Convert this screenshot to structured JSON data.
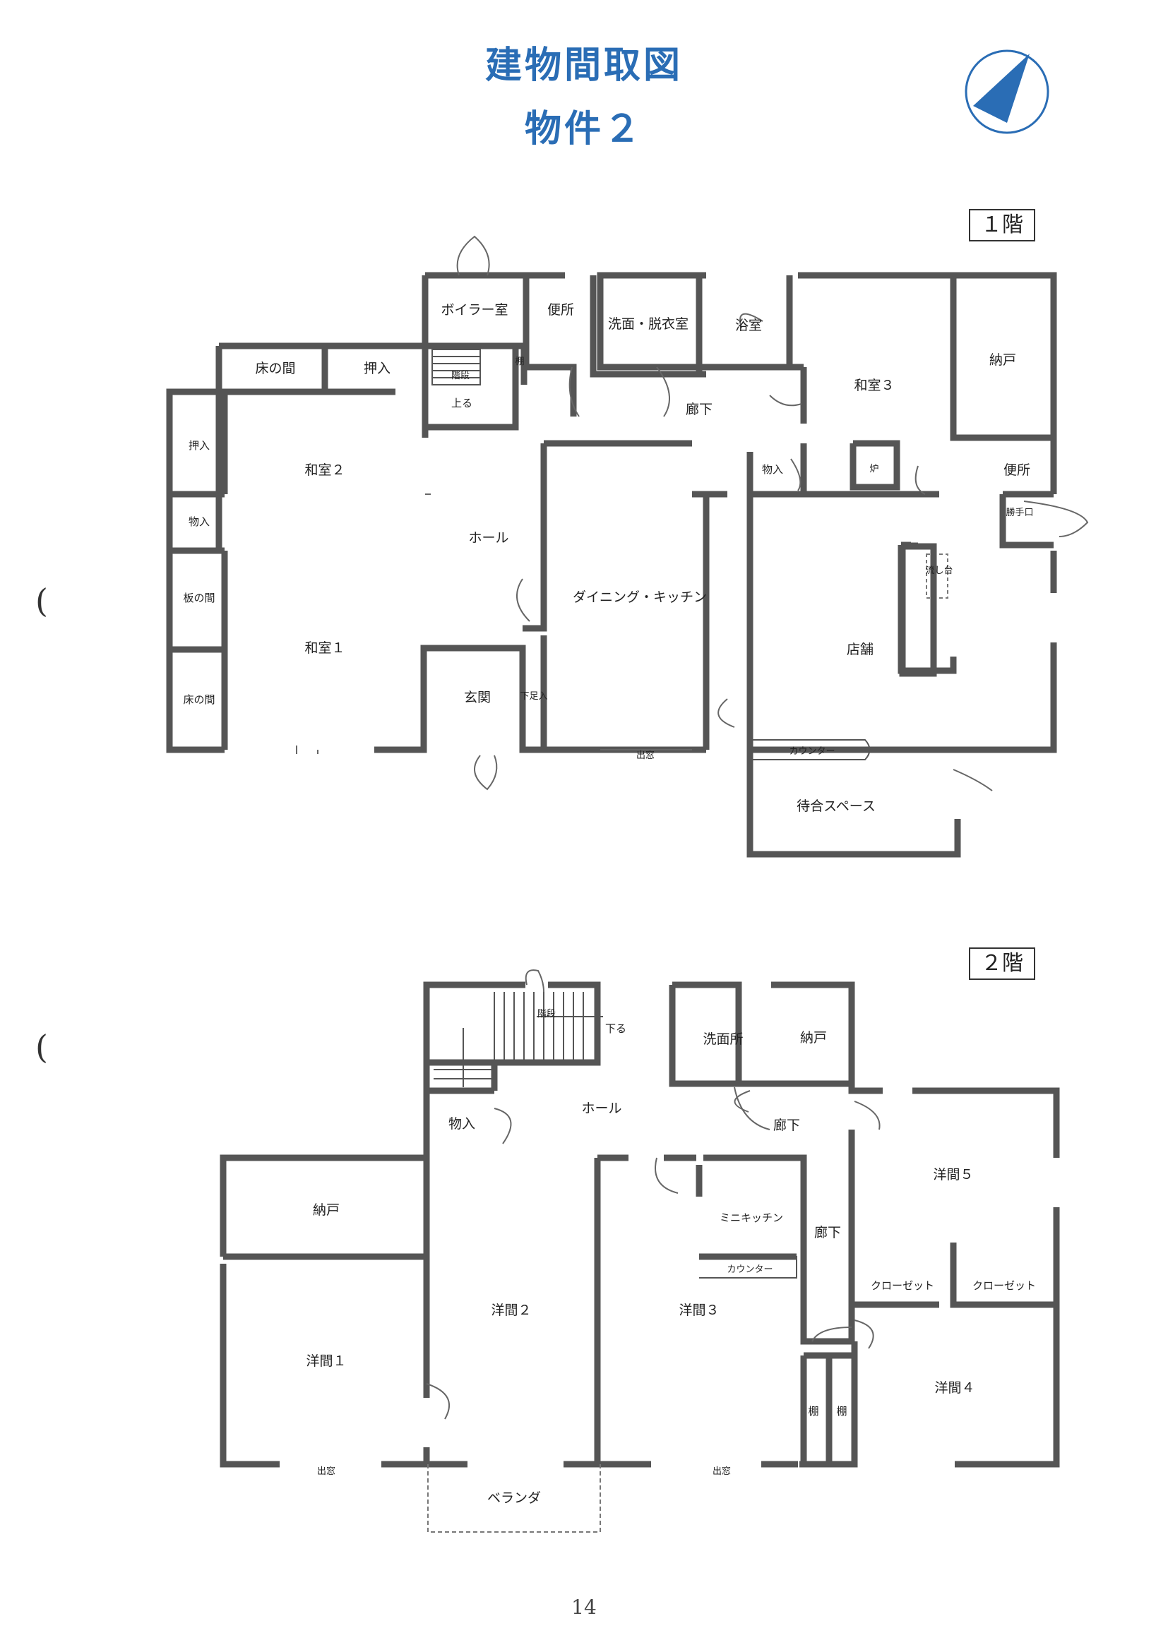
{
  "header": {
    "title": "建物間取図",
    "subtitle": "物件２"
  },
  "page_number": "14",
  "floor1": {
    "badge": "１階",
    "rooms": {
      "boiler": "ボイラー室",
      "toilet1": "便所",
      "washroom": "洗面・脱衣室",
      "bath": "浴室",
      "tokonoma_a": "床の間",
      "oshiire_a": "押入",
      "kaidan": "階段",
      "tana": "棚",
      "up": "上る",
      "washitsu3": "和室３",
      "nando": "納戸",
      "rouka": "廊下",
      "oshiire_b": "押入",
      "washitsu2": "和室２",
      "monoire_a": "物入",
      "hall": "ホール",
      "monoire_b": "物入",
      "ro": "炉",
      "toilet2": "便所",
      "katteguchi": "勝手口",
      "itanoma": "板の間",
      "dk": "ダイニング・キッチン",
      "nagashidai": "流し台",
      "washitsu1": "和室１",
      "tenpo": "店舗",
      "tokonoma_b": "床の間",
      "genkan": "玄関",
      "getabako": "下足入",
      "demado": "出窓",
      "counter": "カウンター",
      "waiting": "待合スペース"
    }
  },
  "floor2": {
    "badge": "２階",
    "rooms": {
      "kaidan": "階段",
      "down": "下る",
      "senmenjo": "洗面所",
      "nando_a": "納戸",
      "monoire": "物入",
      "hall": "ホール",
      "rouka_a": "廊下",
      "yoma5": "洋間５",
      "nando_b": "納戸",
      "mini_kitchen": "ミニキッチン",
      "rouka_b": "廊下",
      "counter": "カウンター",
      "closet_a": "クローゼット",
      "closet_b": "クローゼット",
      "yoma2": "洋間２",
      "yoma3": "洋間３",
      "yoma1": "洋間１",
      "yoma4": "洋間４",
      "tana_a": "棚",
      "tana_b": "棚",
      "demado_a": "出窓",
      "demado_b": "出窓",
      "veranda": "ベランダ"
    }
  },
  "colors": {
    "title": "#2a6db5",
    "compass": "#2a6db5",
    "wall": "#555555"
  },
  "icons": {
    "compass": "north-arrow-icon"
  }
}
